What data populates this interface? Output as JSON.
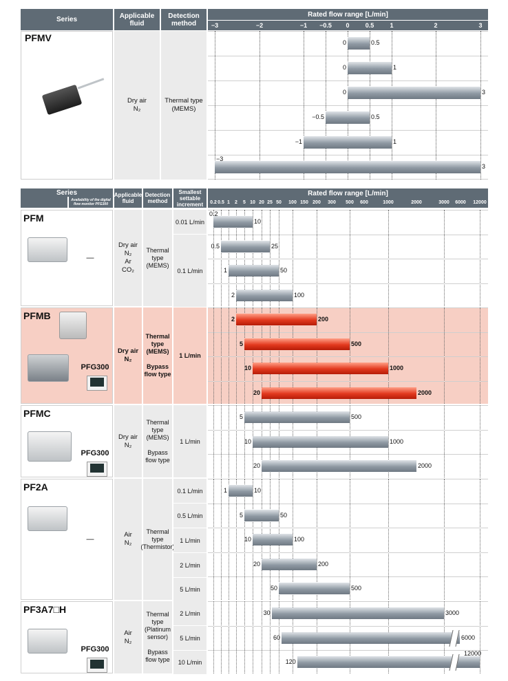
{
  "top_table": {
    "headers": {
      "series": "Series",
      "fluid": "Applicable fluid",
      "method": "Detection method",
      "range": "Rated flow range [L/min]"
    },
    "ticks": [
      "−3",
      "−2",
      "−1",
      "−0.5",
      "0",
      "0.5",
      "1",
      "2",
      "3"
    ],
    "series": "PFMV",
    "fluid": "Dry air\nN₂",
    "method": "Thermal type\n(MEMS)",
    "rows": [
      {
        "min": 0,
        "max": 0.5,
        "min_label": "0",
        "max_label": "0.5"
      },
      {
        "min": 0,
        "max": 1,
        "min_label": "0",
        "max_label": "1"
      },
      {
        "min": 0,
        "max": 3,
        "min_label": "0",
        "max_label": "3"
      },
      {
        "min": -0.5,
        "max": 0.5,
        "min_label": "−0.5",
        "max_label": "0.5"
      },
      {
        "min": -1,
        "max": 1,
        "min_label": "−1",
        "max_label": "1"
      },
      {
        "min": -3,
        "max": 3,
        "min_label": "−3",
        "max_label": "3"
      }
    ]
  },
  "bottom_table": {
    "headers": {
      "series": "Series",
      "availability": "Availability of the digital flow monitor PFG300",
      "fluid": "Applicable fluid",
      "method": "Detection method",
      "increment": "Smallest settable increment",
      "range": "Rated flow range [L/min]"
    },
    "ticks": [
      "0.2",
      "0.5",
      "1",
      "2",
      "5",
      "10",
      "20",
      "25",
      "50",
      "100",
      "150",
      "200",
      "300",
      "500",
      "600",
      "1000",
      "2000",
      "3000",
      "6000",
      "12000"
    ],
    "groups": [
      {
        "series": "PFM",
        "availability": "—",
        "fluid": "Dry air\nN₂\nAr\nCO₂",
        "method": "Thermal\ntype\n(MEMS)",
        "highlight": false,
        "increments": [
          {
            "label": "0.01 L/min",
            "rows": 1
          },
          {
            "label": "0.1 L/min",
            "rows": 3
          }
        ],
        "rows": [
          {
            "min": 0.2,
            "max": 10,
            "min_label": "0.2",
            "max_label": "10"
          },
          {
            "min": 0.5,
            "max": 25,
            "min_label": "0.5",
            "max_label": "25"
          },
          {
            "min": 1,
            "max": 50,
            "min_label": "1",
            "max_label": "50"
          },
          {
            "min": 2,
            "max": 100,
            "min_label": "2",
            "max_label": "100"
          }
        ]
      },
      {
        "series": "PFMB",
        "availability": "PFG300",
        "fluid": "Dry air\nN₂",
        "method": "Thermal\ntype\n(MEMS)\n\nBypass\nflow type",
        "highlight": true,
        "increments": [
          {
            "label": "1 L/min",
            "rows": 4
          }
        ],
        "rows": [
          {
            "min": 2,
            "max": 200,
            "min_label": "2",
            "max_label": "200"
          },
          {
            "min": 5,
            "max": 500,
            "min_label": "5",
            "max_label": "500"
          },
          {
            "min": 10,
            "max": 1000,
            "min_label": "10",
            "max_label": "1000"
          },
          {
            "min": 20,
            "max": 2000,
            "min_label": "20",
            "max_label": "2000"
          }
        ]
      },
      {
        "series": "PFMC",
        "availability": "PFG300",
        "fluid": "Dry air\nN₂",
        "method": "Thermal\ntype\n(MEMS)\n\nBypass\nflow type",
        "highlight": false,
        "increments": [
          {
            "label": "1 L/min",
            "rows": 3
          }
        ],
        "rows": [
          {
            "min": 5,
            "max": 500,
            "min_label": "5",
            "max_label": "500"
          },
          {
            "min": 10,
            "max": 1000,
            "min_label": "10",
            "max_label": "1000"
          },
          {
            "min": 20,
            "max": 2000,
            "min_label": "20",
            "max_label": "2000"
          }
        ]
      },
      {
        "series": "PF2A",
        "availability": "—",
        "fluid": "Air\nN₂",
        "method": "Thermal\ntype\n(Thermistor)",
        "highlight": false,
        "increments": [
          {
            "label": "0.1 L/min",
            "rows": 1
          },
          {
            "label": "0.5 L/min",
            "rows": 1
          },
          {
            "label": "1 L/min",
            "rows": 1
          },
          {
            "label": "2 L/min",
            "rows": 1
          },
          {
            "label": "5 L/min",
            "rows": 1
          }
        ],
        "rows": [
          {
            "min": 1,
            "max": 10,
            "min_label": "1",
            "max_label": "10"
          },
          {
            "min": 5,
            "max": 50,
            "min_label": "5",
            "max_label": "50"
          },
          {
            "min": 10,
            "max": 100,
            "min_label": "10",
            "max_label": "100"
          },
          {
            "min": 20,
            "max": 200,
            "min_label": "20",
            "max_label": "200"
          },
          {
            "min": 50,
            "max": 500,
            "min_label": "50",
            "max_label": "500"
          }
        ]
      },
      {
        "series": "PF3A7□H",
        "availability": "PFG300",
        "fluid": "Air\nN₂",
        "method": "Thermal\ntype\n(Platinum\nsensor)\n\nBypass\nflow type",
        "highlight": false,
        "increments": [
          {
            "label": "2 L/min",
            "rows": 1
          },
          {
            "label": "5 L/min",
            "rows": 1
          },
          {
            "label": "10 L/min",
            "rows": 1
          }
        ],
        "rows": [
          {
            "min": 30,
            "max": 3000,
            "min_label": "30",
            "max_label": "3000"
          },
          {
            "min": 60,
            "max": 6000,
            "min_label": "60",
            "max_label": "6000"
          },
          {
            "min": 120,
            "max": 12000,
            "min_label": "120",
            "max_label": "12000"
          }
        ]
      }
    ]
  },
  "colors": {
    "header": "#5f6b75",
    "cell": "#ebebeb",
    "highlight": "#f7cfc4",
    "bar_gray": "#8f99a3",
    "bar_red": "#e2391e"
  }
}
